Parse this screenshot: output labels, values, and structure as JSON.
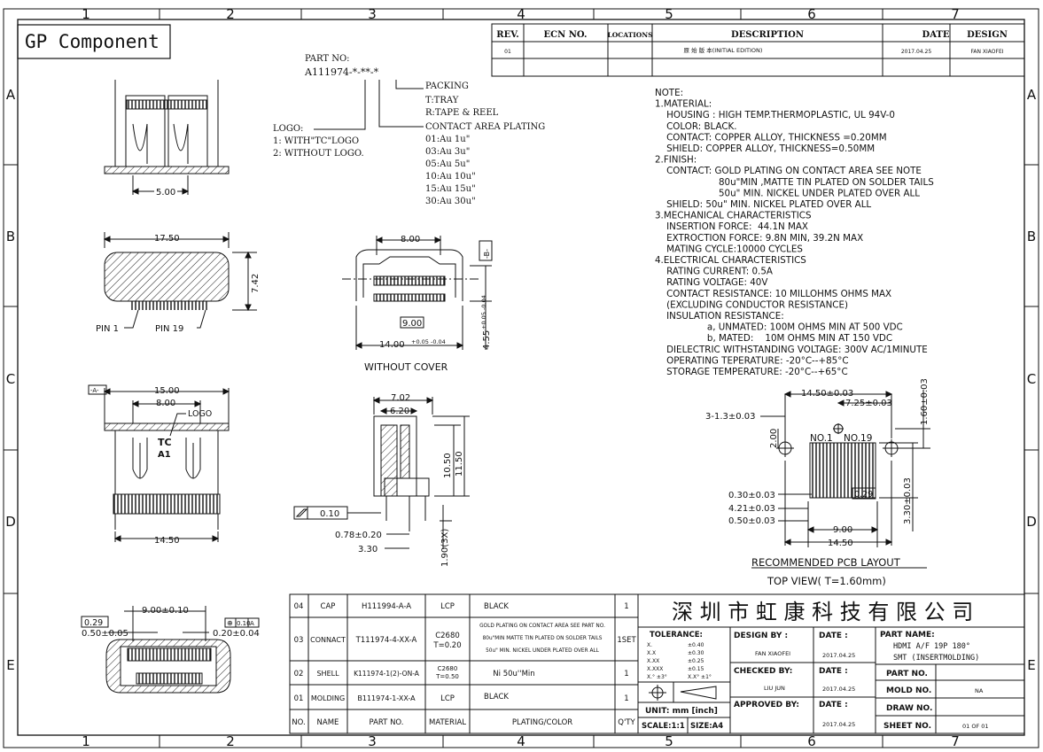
{
  "company": "GP Component",
  "frame": {
    "columns": [
      "1",
      "2",
      "3",
      "4",
      "5",
      "6",
      "7"
    ],
    "rows": [
      "A",
      "B",
      "C",
      "D",
      "E"
    ]
  },
  "revision_table": {
    "headers": [
      "REV.",
      "ECN NO.",
      "LOCATIONS",
      "DESCRIPTION",
      "DATE",
      "DESIGN"
    ],
    "rows": [
      {
        "rev": "01",
        "ecn": "",
        "locations": "",
        "description": "原 始 版 本(INITIAL EDITION)",
        "date": "2017.04.25",
        "design": "FAN XIAOFEI"
      }
    ]
  },
  "part_number": {
    "label": "PART NO:",
    "code": "A111974-*-**-*",
    "packing": [
      "PACKING",
      "T:TRAY",
      "R:TAPE & REEL"
    ],
    "plating": [
      "CONTACT AREA PLATING",
      "01:Au 1u\"",
      "03:Au 3u\"",
      "05:Au 5u\"",
      "10:Au 10u\"",
      "15:Au 15u\"",
      "30:Au 30u\""
    ],
    "logo": [
      "LOGO:",
      "1: WITH\"TC\"LOGO",
      "2: WITHOUT LOGO."
    ]
  },
  "notes": [
    "NOTE:",
    "1.MATERIAL:",
    "  HOUSING : HIGH TEMP.THERMOPLASTIC, UL 94V-0",
    "  COLOR: BLACK.",
    "  CONTACT: COPPER ALLOY, THICKNESS =0.20MM",
    "  SHIELD: COPPER ALLOY, THICKNESS=0.50MM",
    "2.FINISH:",
    "  CONTACT: GOLD PLATING ON CONTACT AREA SEE NOTE",
    "           80u\"MIN ,MATTE TIN PLATED ON SOLDER TAILS",
    "           50u\" MIN. NICKEL UNDER PLATED OVER ALL",
    "  SHIELD: 50u\" MIN. NICKEL PLATED OVER ALL",
    "3.MECHANICAL CHARACTERISTICS",
    "  INSERTION FORCE:  44.1N MAX",
    "  EXTROCTION FORCE: 9.8N MIN, 39.2N MAX",
    "  MATING CYCLE:10000 CYCLES",
    "4.ELECTRICAL CHARACTERISTICS",
    "  RATING CURRENT: 0.5A",
    "  RATING VOLTAGE: 40V",
    "  CONTACT RESISTANCE: 10 MILLOHMS OHMS MAX",
    "  (EXCLUDING CONDUCTOR RESISTANCE)",
    "  INSULATION RESISTANCE:",
    "         a, UNMATED: 100M OHMS MIN AT 500 VDC",
    "         b, MATED:    10M OHMS MIN AT 150 VDC",
    "  DIELECTRIC WITHSTANDING VOLTAGE: 300V AC/1MINUTE",
    "  OPERATING TEPERATURE: -20°C--+85°C",
    "  STORAGE TEMPERATURE: -20°C--+65°C"
  ],
  "dims": {
    "d500": "5.00",
    "d1750": "17.50",
    "d742": "7.42",
    "pin1": "PIN 1",
    "pin19": "PIN 19",
    "d800": "8.00",
    "d900": "9.00",
    "d1400": "14.00",
    "d1400tol": "+0.05 -0.04",
    "d455": "4.55",
    "d455tol": "+0.05 -0.04",
    "without_cover": "WITHOUT  COVER",
    "refA": "-A-",
    "refB": "-B-",
    "d1500": "15.00",
    "d800b": "8.00",
    "logo_label": "LOGO",
    "logo_mark": "TC",
    "logo_a1": "A1",
    "d1450": "14.50",
    "d702": "7.02",
    "d620": "6.20",
    "d1050": "10.50",
    "d1150": "11.50",
    "flatness": "0.10",
    "d078": "0.78±0.20",
    "d330": "3.30",
    "d190": "1.90(3X)",
    "d029": "0.29",
    "d900pm": "9.00±0.10",
    "d050pm005": "0.50±0.05",
    "pos_tol": "0.10",
    "pos_ref": "A",
    "d020": "0.20±0.04"
  },
  "pcb": {
    "d1450": "14.50±0.03",
    "d725": "7.25±0.03",
    "d160": "1.60±0.03",
    "d313": "3-1.3±0.03",
    "d200": "2.00",
    "no1": "NO.1",
    "no19": "NO.19",
    "d030": "0.30±0.03",
    "d421": "4.21±0.03",
    "d050": "0.50±0.03",
    "d029": "0.29",
    "d900": "9.00",
    "d1450b": "14.50",
    "d330": "3.30±0.03",
    "title": "RECOMMENDED  PCB  LAYOUT",
    "subtitle": "TOP  VIEW( T=1.60mm)"
  },
  "bom": {
    "headers": [
      "NO.",
      "NAME",
      "PART NO.",
      "MATERIAL",
      "PLATING/COLOR",
      "Q'TY"
    ],
    "rows": [
      {
        "no": "04",
        "name": "CAP",
        "part": "H111994-A-A",
        "material": "LCP",
        "plating": "BLACK",
        "qty": "1"
      },
      {
        "no": "03",
        "name": "CONNACT",
        "part": "T111974-4-XX-A",
        "material": "C2680 T=0.20",
        "plating": "GOLD PLATING ON CONTACT AREA SEE PART NO. | 80u\"MIN MATTE TIN PLATED ON SOLDER TAILS | 50u\" MIN. NICKEL UNDER PLATED OVER ALL",
        "qty": "1SET"
      },
      {
        "no": "02",
        "name": "SHELL",
        "part": "K111974-1(2)-ON-A",
        "material": "C2680 T=0.50",
        "plating": "Ni 50u''Min",
        "qty": "1"
      },
      {
        "no": "01",
        "name": "MOLDING",
        "part": "B111974-1-XX-A",
        "material": "LCP",
        "plating": "BLACK",
        "qty": "1"
      }
    ]
  },
  "title_block": {
    "company_cn": "深 圳 市 虹 康 科 技 有 限 公 司",
    "tolerance_label": "TOLERANCE:",
    "tolerances": [
      [
        "X.",
        "±0.40"
      ],
      [
        "X.X",
        "±0.30"
      ],
      [
        "X.XX",
        "±0.25"
      ],
      [
        "X.XXX",
        "±0.15"
      ],
      [
        "X.° ±3°",
        "X.X° ±1°"
      ]
    ],
    "unit": "UNIT: mm [inch]",
    "scale": "SCALE:1:1",
    "size": "SIZE:A4",
    "design_by_label": "DESIGN BY :",
    "design_by": "FAN XIAOFEI",
    "checked_by_label": "CHECKED BY:",
    "checked_by": "LIU JUN",
    "approved_by_label": "APPROVED BY:",
    "date_label": "DATE :",
    "date1": "2017.04.25",
    "date2": "2017.04.25",
    "date3": "2017.04.25",
    "part_name_label": "PART NAME:",
    "part_name_1": "HDMI A/F 19P 180°",
    "part_name_2": "SMT (INSERTMOLDING)",
    "part_no_label": "PART NO.",
    "mold_no_label": "MOLD NO.",
    "mold_no": "NA",
    "draw_no_label": "DRAW NO.",
    "sheet_no_label": "SHEET NO.",
    "sheet_no": "01 OF 01"
  }
}
